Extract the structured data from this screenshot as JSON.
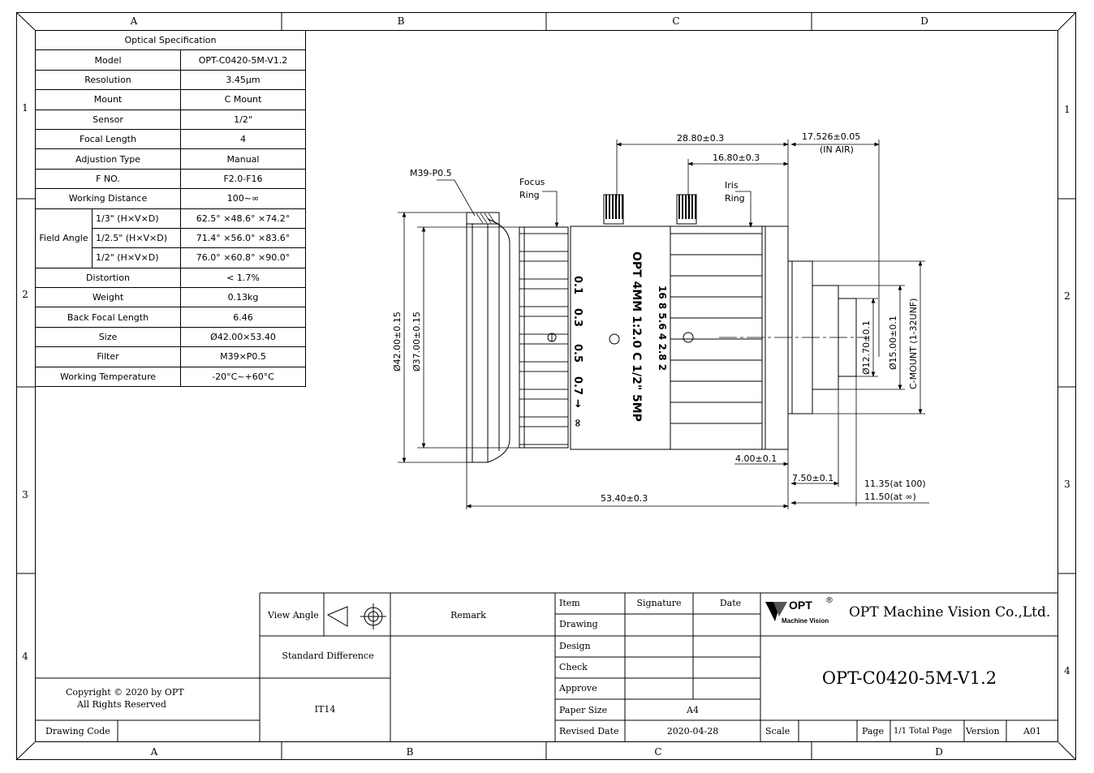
{
  "zones": {
    "columns": [
      "A",
      "B",
      "C",
      "D"
    ],
    "rows": [
      "1",
      "2",
      "3",
      "4"
    ]
  },
  "spec": {
    "title": "Optical Specification",
    "rows": [
      {
        "label": "Model",
        "value": "OPT-C0420-5M-V1.2"
      },
      {
        "label": "Resolution",
        "value": "3.45μm"
      },
      {
        "label": "Mount",
        "value": "C Mount"
      },
      {
        "label": "Sensor",
        "value": "1/2\""
      },
      {
        "label": "Focal Length",
        "value": "4"
      },
      {
        "label": "Adjustion Type",
        "value": "Manual"
      },
      {
        "label": "F NO.",
        "value": "F2.0-F16"
      },
      {
        "label": "Working Distance",
        "value": "100~∞"
      }
    ],
    "field_angle": {
      "label": "Field Angle",
      "rows": [
        {
          "sensor": "1/3\" (H×V×D)",
          "value": "62.5° ×48.6° ×74.2°"
        },
        {
          "sensor": "1/2.5\" (H×V×D)",
          "value": "71.4° ×56.0° ×83.6°"
        },
        {
          "sensor": "1/2\" (H×V×D)",
          "value": "76.0° ×60.8° ×90.0°"
        }
      ]
    },
    "rows2": [
      {
        "label": "Distortion",
        "value": "< 1.7%"
      },
      {
        "label": "Weight",
        "value": "0.13kg"
      },
      {
        "label": "Back Focal Length",
        "value": "6.46"
      },
      {
        "label": "Size",
        "value": "Ø42.00×53.40"
      },
      {
        "label": "Filter",
        "value": "M39×P0.5"
      },
      {
        "label": "Working Temperature",
        "value": "-20°C~+60°C"
      }
    ]
  },
  "drawing": {
    "dim_top1": "28.80±0.3",
    "dim_top2": "16.80±0.3",
    "dim_bfl": "17.526±0.05",
    "dim_bfl_note": "(IN AIR)",
    "thread": "M39-P0.5",
    "focus_ring": [
      "Focus",
      "Ring"
    ],
    "iris_ring": [
      "Iris",
      "Ring"
    ],
    "dia42": "Ø42.00±0.15",
    "dia37": "Ø37.00±0.15",
    "dia1270": "Ø12.70±0.1",
    "dia15": "Ø15.00±0.1",
    "cmount": "C-MOUNT (1-32UNF)",
    "dim_4": "4.00±0.1",
    "dim_75": "7.50±0.1",
    "dim_1135": "11.35(at 100)",
    "dim_1150": "11.50(at  ∞)",
    "dim_534": "53.40±0.3",
    "barrel_text": "OPT 4MM 1:2.0 C 1/2\" 5MP",
    "f_scale": "16 8 5.6 4   2.8   2",
    "focus_scale": [
      "0.1",
      "0.3",
      "0.5",
      "0.7",
      "→",
      "∞"
    ]
  },
  "titleblock": {
    "view_angle": "View Angle",
    "remark": "Remark",
    "standard_difference": "Standard Difference",
    "it14": "IT14",
    "copyright1": "Copyright © 2020 by OPT",
    "copyright2": "All Rights Reserved",
    "drawing_code": "Drawing Code",
    "item": "Item",
    "signature": "Signature",
    "date": "Date",
    "drawing": "Drawing",
    "design": "Design",
    "check": "Check",
    "approve": "Approve",
    "paper_size": "Paper Size",
    "paper_size_value": "A4",
    "revised_date": "Revised Date",
    "revised_date_value": "2020-04-28",
    "company": "OPT Machine Vision Co.,Ltd.",
    "logo_text": "OPT",
    "logo_sub": "Machine Vision",
    "logo_reg": "®",
    "model": "OPT-C0420-5M-V1.2",
    "scale": "Scale",
    "page": "Page",
    "total_page": "1/1 Total Page",
    "version": "Version",
    "version_value": "A01"
  }
}
